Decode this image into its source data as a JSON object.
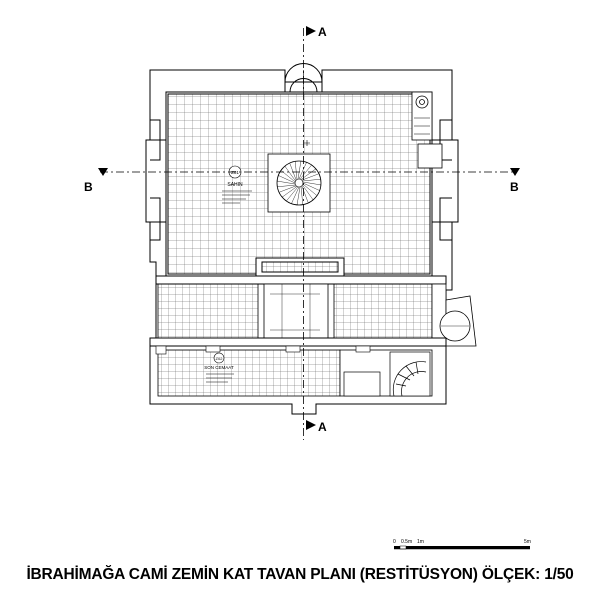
{
  "drawing": {
    "title": "İBRAHİMAĞA CAMİ ZEMİN KAT TAVAN PLANI (RESTİTÜSYON)",
    "scale_label": "ÖLÇEK: 1/50"
  },
  "section_markers": {
    "a_top": "A",
    "a_bottom": "A",
    "b_left": "B",
    "b_right": "B"
  },
  "rooms": {
    "sahn": {
      "code": "Z01",
      "name": "SAHIN"
    },
    "son_cemaat": {
      "code": "Z02",
      "name": "SON CEMAAT"
    }
  },
  "scale_bar": {
    "labels": [
      "0",
      "0.5m",
      "1m",
      "5m"
    ]
  },
  "colors": {
    "line": "#000000",
    "grid": "#4a4a4a",
    "wall_fill": "#ffffff"
  }
}
